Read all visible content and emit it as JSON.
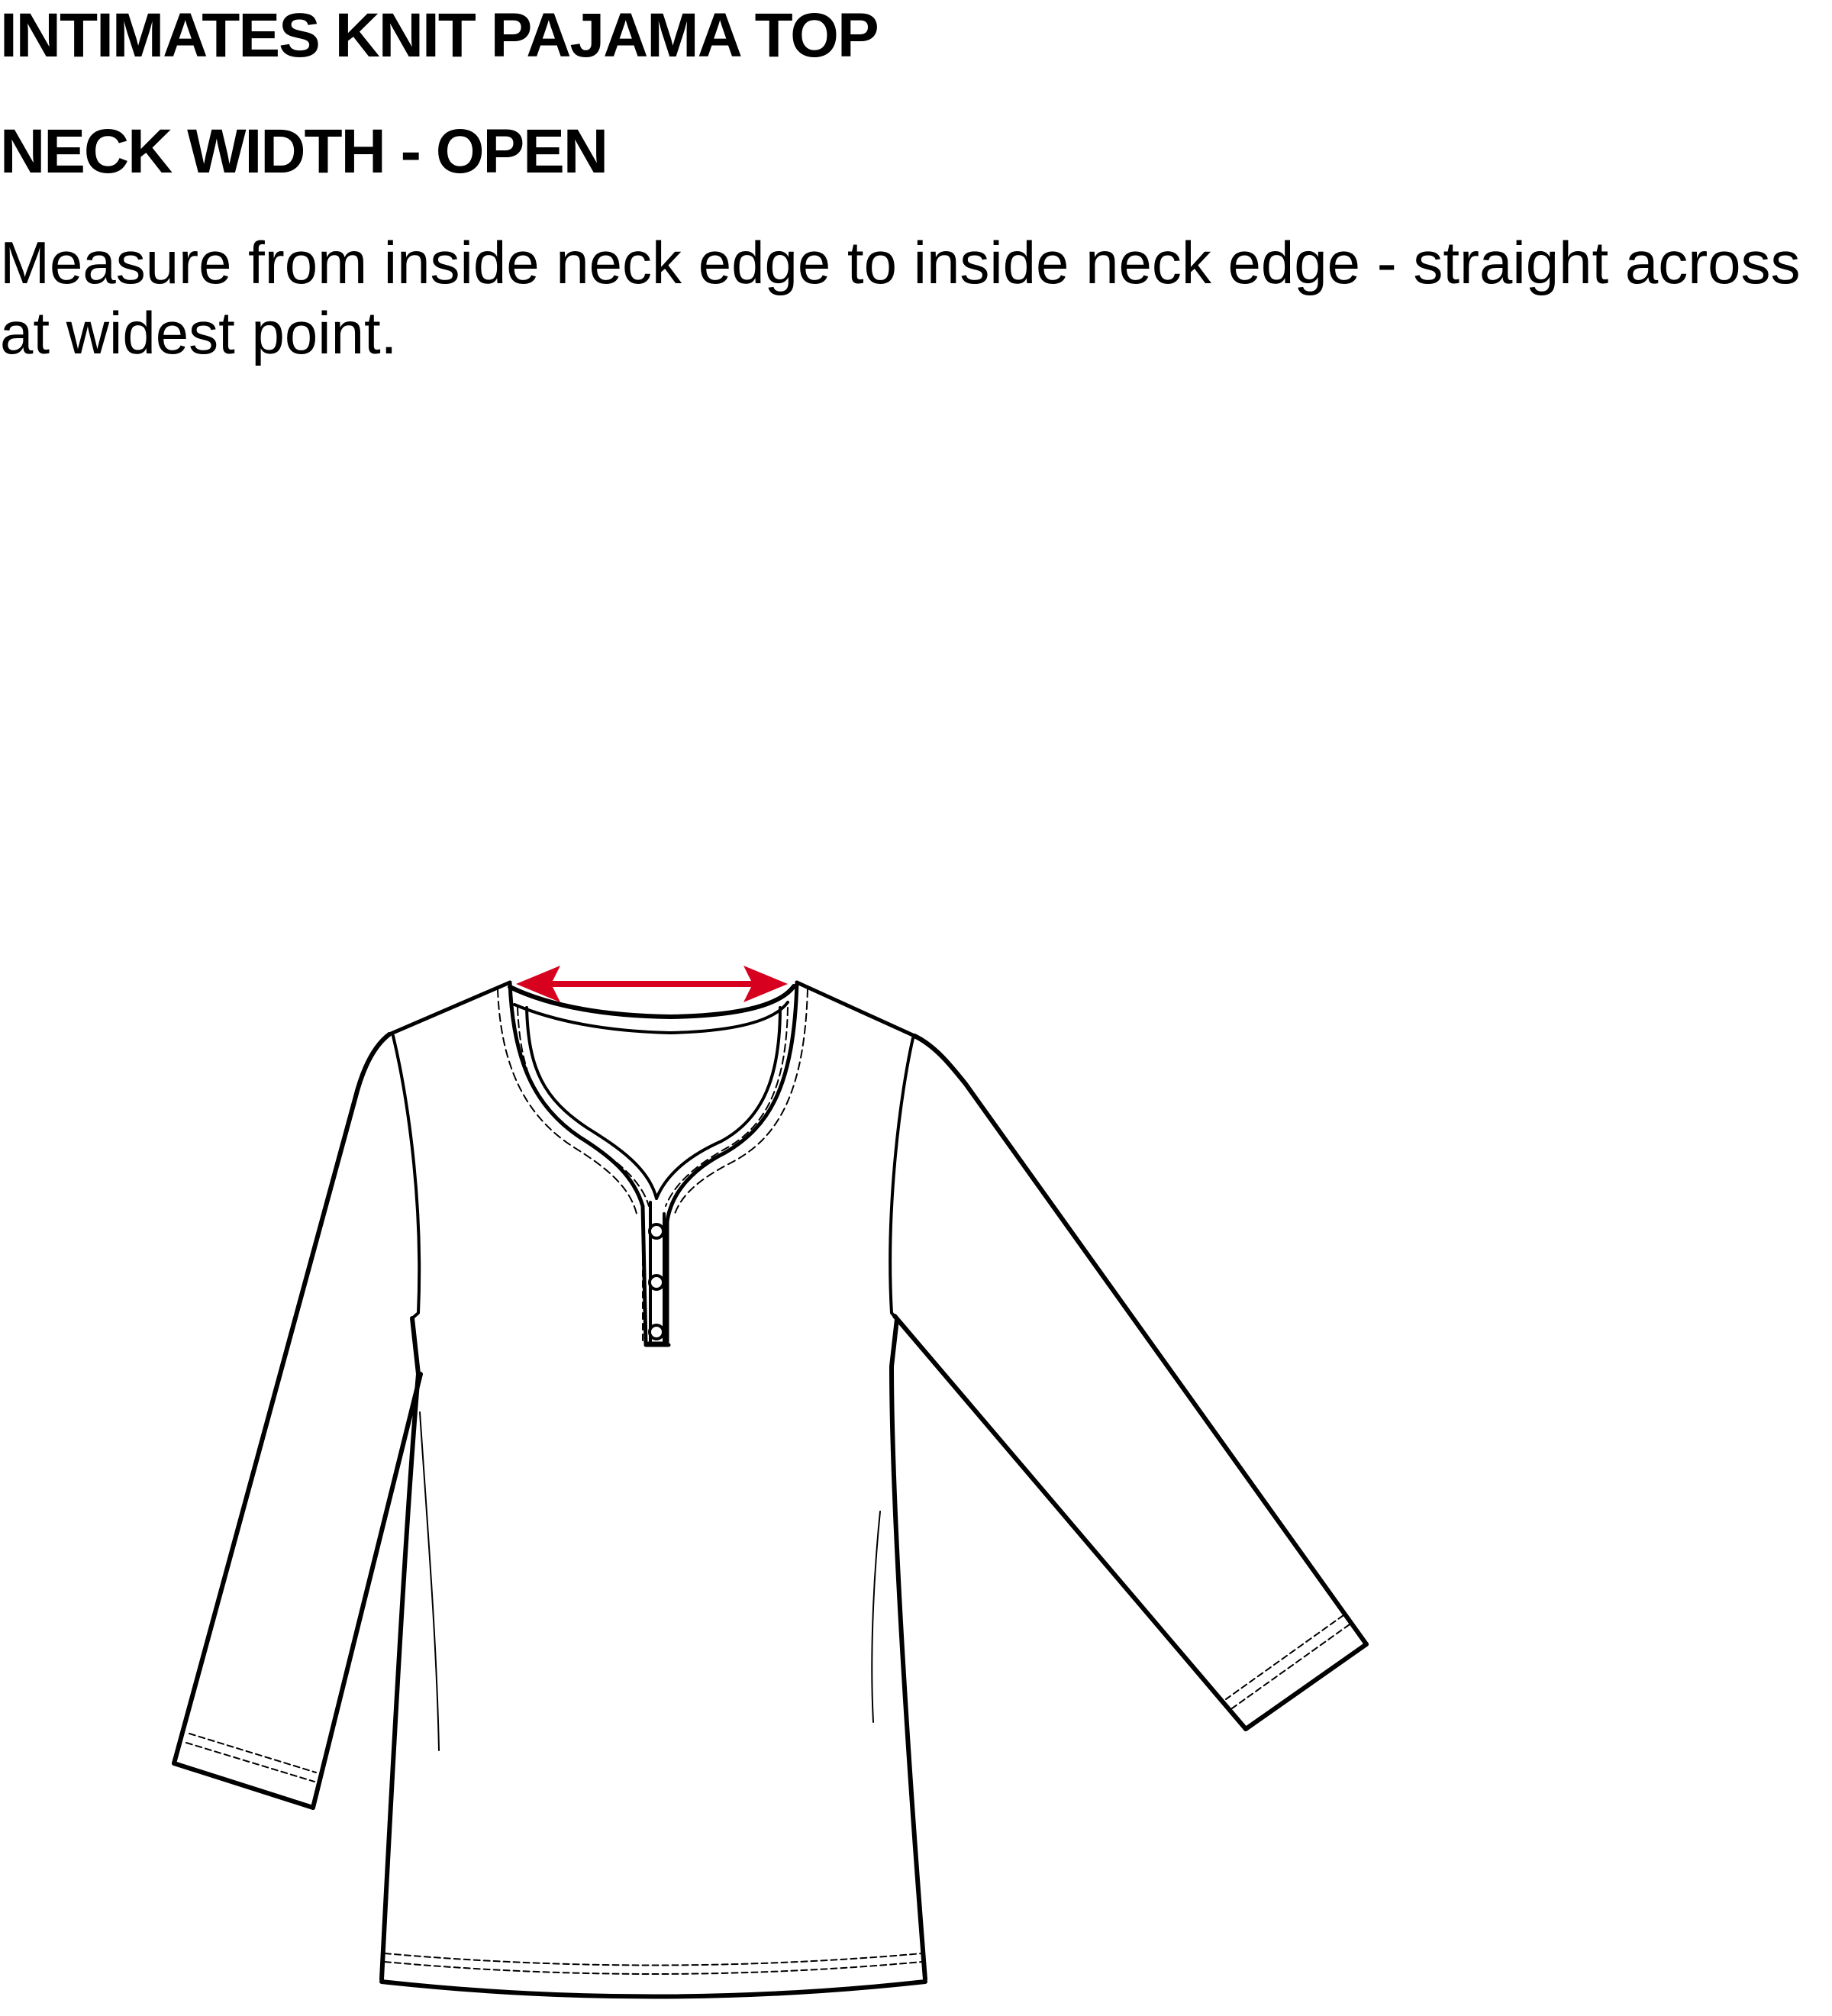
{
  "header": {
    "title": "INTIMATES KNIT PAJAMA TOP",
    "measurement_name": "NECK WIDTH - OPEN",
    "instruction": "Measure from inside neck edge to inside neck edge - straight across at widest point."
  },
  "colors": {
    "text": "#000000",
    "outline": "#000000",
    "measure_arrow": "#d7001f",
    "background": "#ffffff"
  },
  "illustration": {
    "subject": "long-sleeve henley pajama top flat sketch",
    "button_count": 3,
    "icons": [
      "measurement-arrow-icon"
    ]
  }
}
